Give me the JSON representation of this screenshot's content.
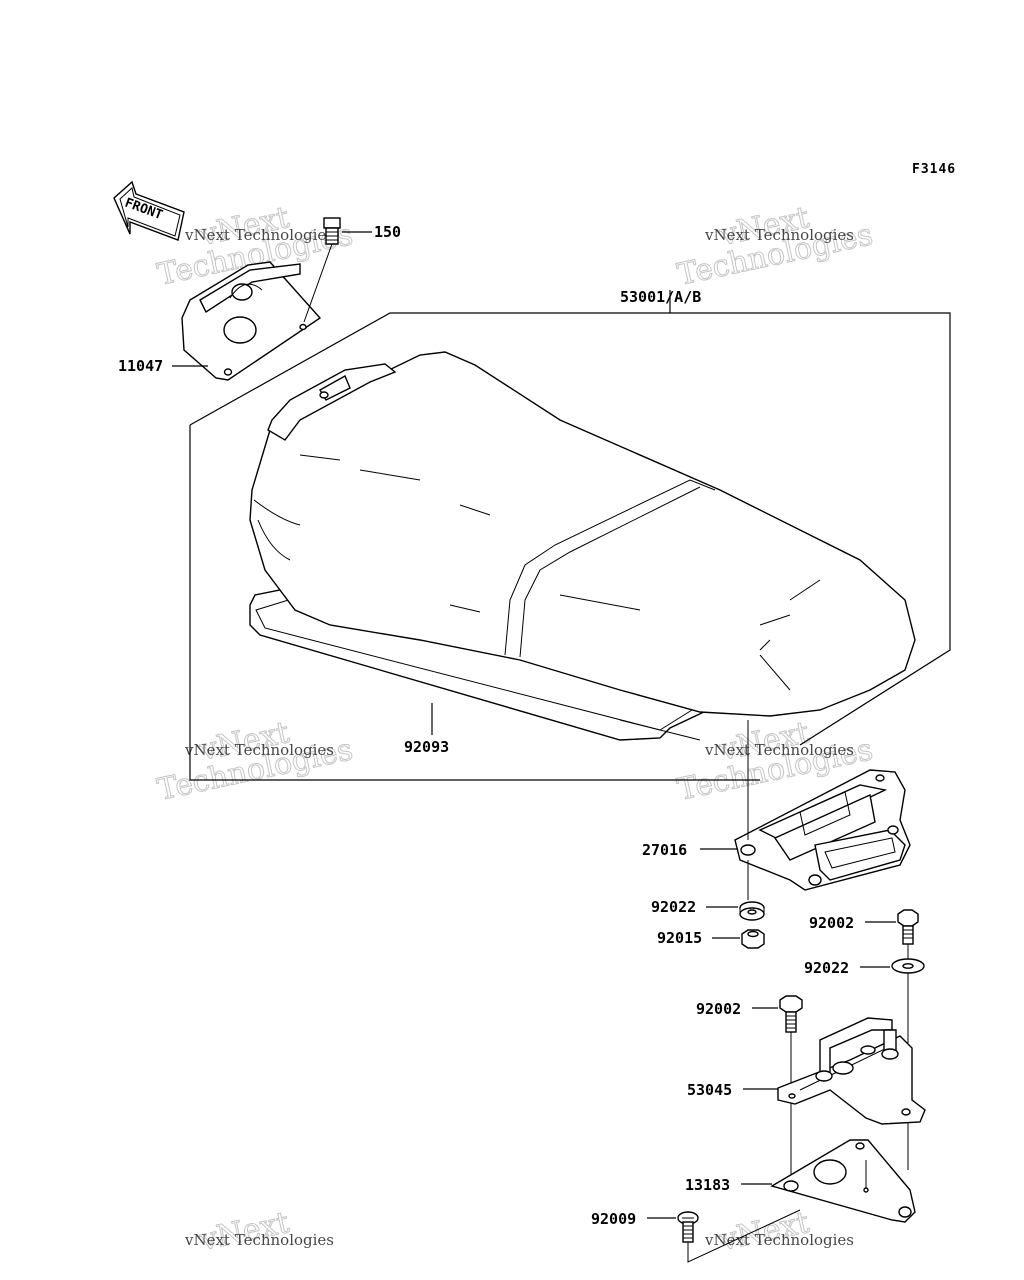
{
  "figure_id": "F3146",
  "front_arrow_label": "FRONT",
  "watermark": {
    "line1": "vNext",
    "line2": "Technologies",
    "small": "vNext Technologies"
  },
  "parts": [
    {
      "id": "p150",
      "label": "150"
    },
    {
      "id": "p11047",
      "label": "11047"
    },
    {
      "id": "p53001",
      "label": "53001/A/B"
    },
    {
      "id": "p92093",
      "label": "92093"
    },
    {
      "id": "p27016",
      "label": "27016"
    },
    {
      "id": "p92022a",
      "label": "92022"
    },
    {
      "id": "p92015",
      "label": "92015"
    },
    {
      "id": "p92002a",
      "label": "92002"
    },
    {
      "id": "p92022b",
      "label": "92022"
    },
    {
      "id": "p92002b",
      "label": "92002"
    },
    {
      "id": "p53045",
      "label": "53045"
    },
    {
      "id": "p13183",
      "label": "13183"
    },
    {
      "id": "p92009",
      "label": "92009"
    }
  ]
}
